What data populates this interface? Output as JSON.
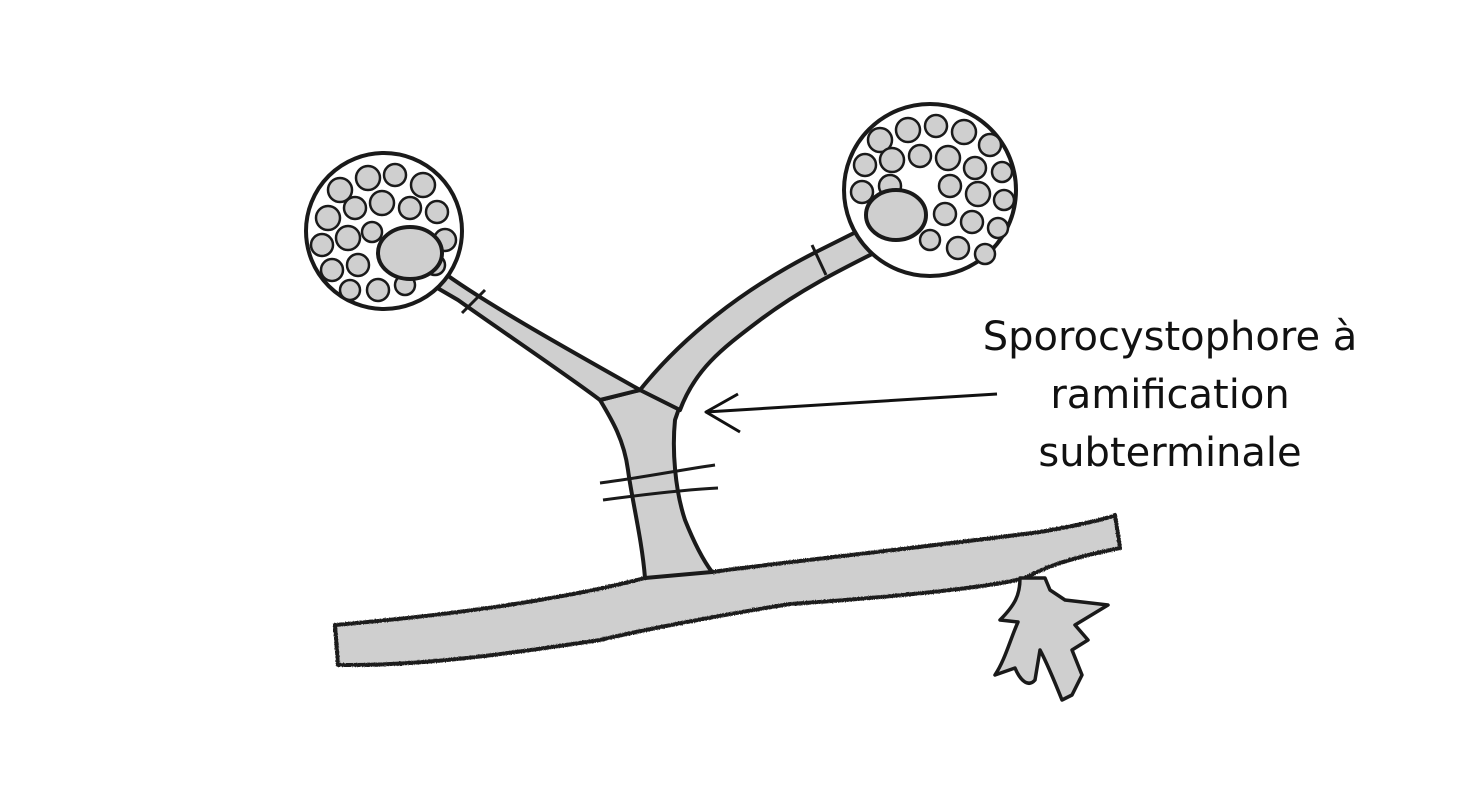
{
  "annotation": {
    "lines": [
      "Sporocystophore à",
      "ramification",
      "subterminale"
    ]
  },
  "colors": {
    "fill": "#cfcfcf",
    "stroke": "#1a1a1a",
    "background": "#ffffff"
  }
}
